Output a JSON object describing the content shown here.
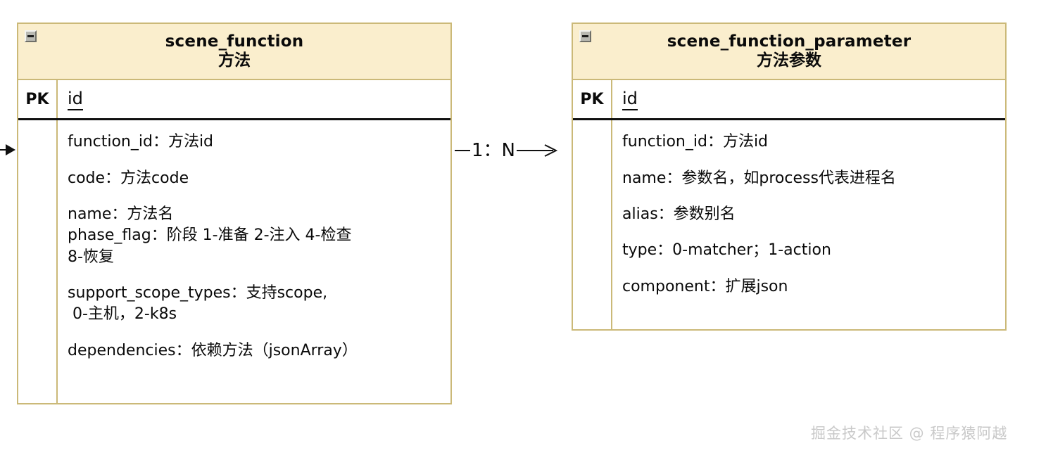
{
  "diagram": {
    "type": "entity-relationship-diagram",
    "entities": [
      {
        "id": "scene_function",
        "title": "scene_function",
        "subtitle": "方法",
        "collapse_icon": "minus-box-icon",
        "pk_label": "PK",
        "pk_field": "id",
        "attribute_groups": [
          {
            "lines": [
              "function_id：方法id"
            ]
          },
          {
            "lines": [
              "code：方法code"
            ]
          },
          {
            "lines": [
              "name：方法名",
              "phase_flag：阶段 1-准备 2-注入 4-检查",
              "8-恢复"
            ]
          },
          {
            "lines": [
              "support_scope_types：支持scope,",
              " 0-主机，2-k8s"
            ]
          },
          {
            "lines": [
              "dependencies：依赖方法（jsonArray）"
            ]
          }
        ]
      },
      {
        "id": "scene_function_parameter",
        "title": "scene_function_parameter",
        "subtitle": "方法参数",
        "collapse_icon": "minus-box-icon",
        "pk_label": "PK",
        "pk_field": "id",
        "attribute_groups": [
          {
            "lines": [
              "function_id：方法id"
            ]
          },
          {
            "lines": [
              "name：参数名，如process代表进程名"
            ]
          },
          {
            "lines": [
              "alias：参数别名"
            ]
          },
          {
            "lines": [
              "type：0-matcher；1-action"
            ]
          },
          {
            "lines": [
              "component：扩展json"
            ]
          }
        ]
      }
    ],
    "relationship": {
      "label": "1：N",
      "from": "scene_function",
      "to": "scene_function_parameter",
      "arrow": "open-arrow-right"
    },
    "incoming_edge": {
      "arrow": "open-arrow-right",
      "target": "scene_function"
    }
  },
  "watermark": {
    "text": "掘金技术社区 @ 程序猿阿越"
  },
  "colors": {
    "header_fill": "#faeecd",
    "border": "#cbb978",
    "pk_divider": "#101010",
    "text": "#0a0a0a",
    "watermark": "#c9c9c9"
  }
}
